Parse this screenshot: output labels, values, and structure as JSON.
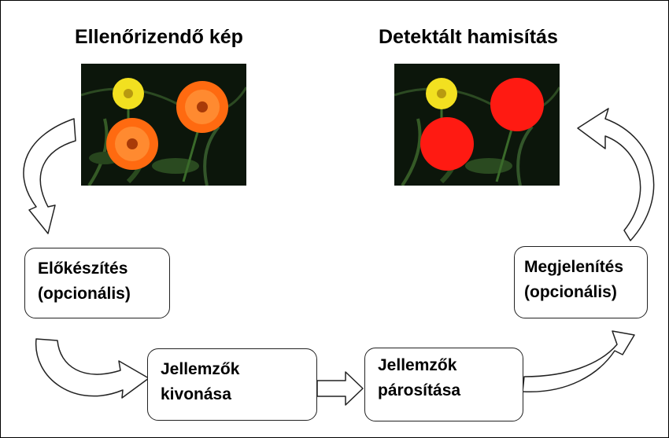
{
  "diagram": {
    "left_title": "Ellenőrizendő kép",
    "right_title": "Detektált hamisítás",
    "steps": [
      {
        "line1": "Előkészítés",
        "line2": "(opcionális)"
      },
      {
        "line1": "Jellemzők",
        "line2": "kivonása"
      },
      {
        "line1": "Jellemzők",
        "line2": "párosítása"
      },
      {
        "line1": "Megjelenítés",
        "line2": "(opcionális)"
      }
    ]
  },
  "colors": {
    "flower_orange": "#ff6a10",
    "flower_yellow": "#f2e020",
    "detection_red": "#ff1a12",
    "foliage": "#1f3a17"
  }
}
